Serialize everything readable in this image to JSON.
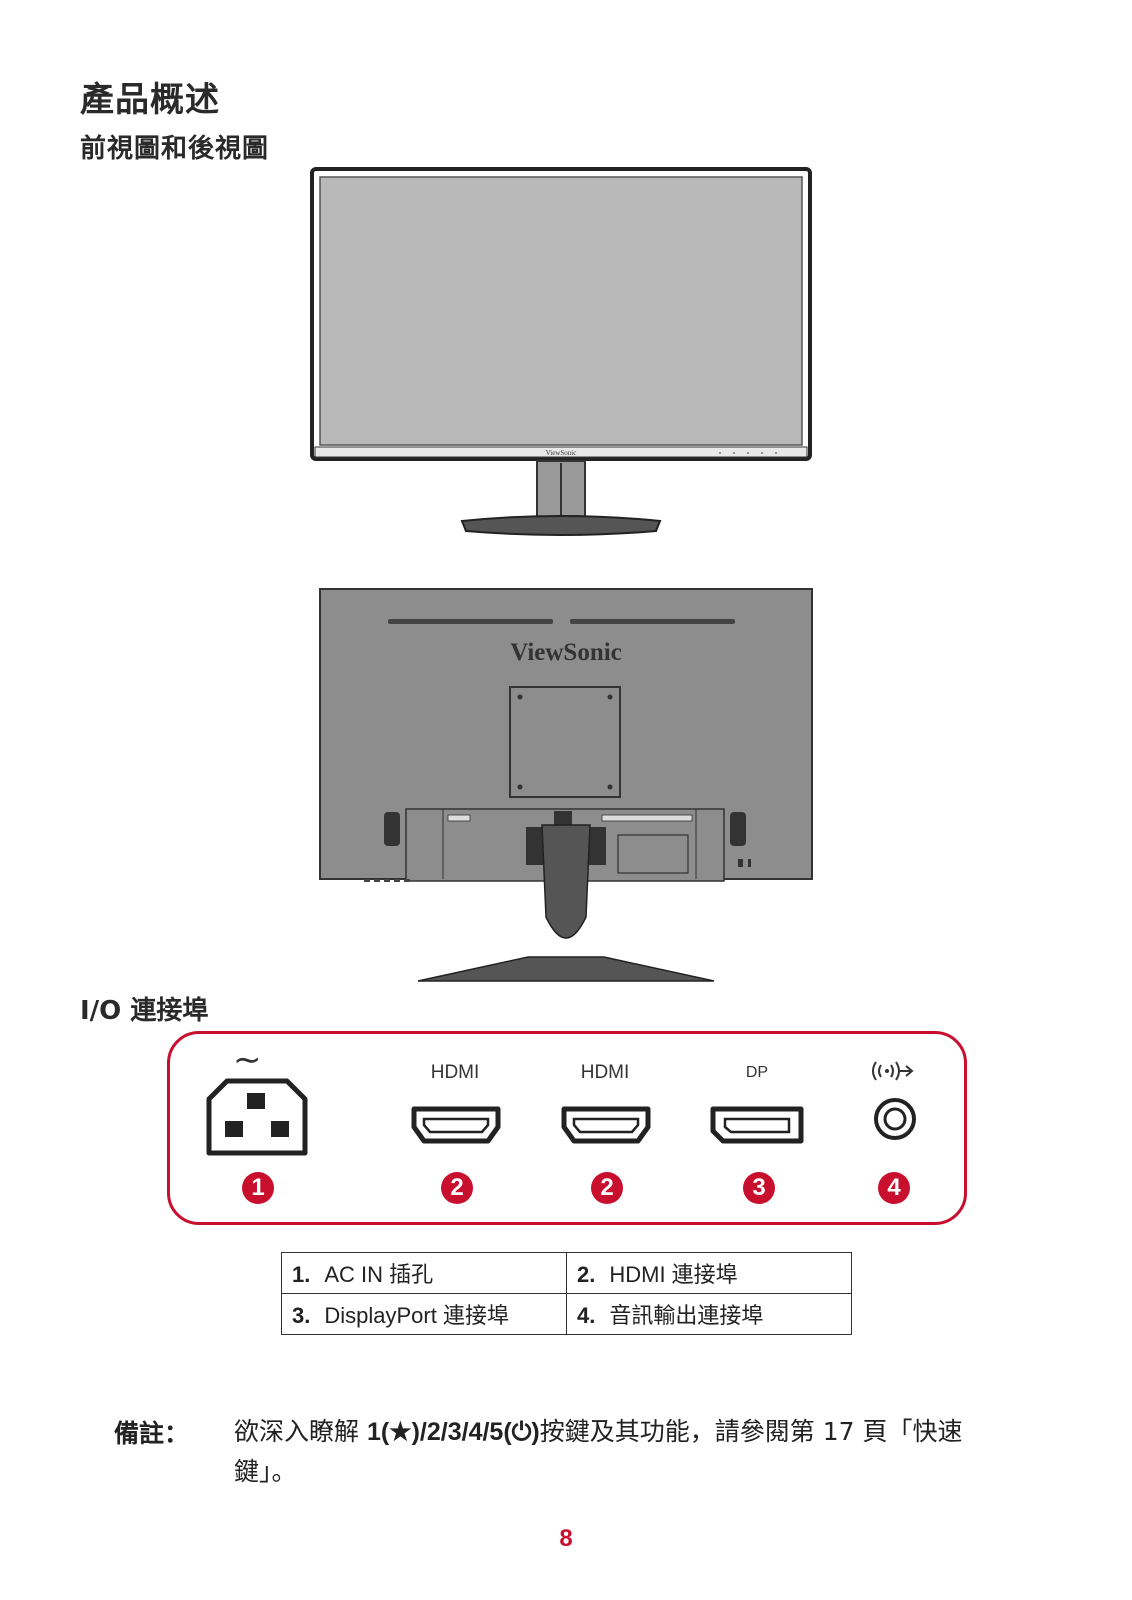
{
  "title": "產品概述",
  "subtitle_views": "前視圖和後視圖",
  "subtitle_io": "I/O 連接埠",
  "front_brand": "ViewSonic",
  "back_brand": "ViewSonic",
  "io_ports": [
    {
      "label": "",
      "badge": "1",
      "icon": "ac-in-icon"
    },
    {
      "label": "HDMI",
      "badge": "2",
      "icon": "hdmi-port-icon"
    },
    {
      "label": "HDMI",
      "badge": "2",
      "icon": "hdmi-port-icon"
    },
    {
      "label": "DP",
      "badge": "3",
      "icon": "displayport-icon"
    },
    {
      "label": "",
      "badge": "4",
      "icon": "audio-out-icon"
    }
  ],
  "ac_symbol": "∼",
  "legend": [
    [
      {
        "num": "1.",
        "text": "AC IN 插孔"
      },
      {
        "num": "2.",
        "text": "HDMI 連接埠"
      }
    ],
    [
      {
        "num": "3.",
        "text": "DisplayPort 連接埠"
      },
      {
        "num": "4.",
        "text": "音訊輸出連接埠"
      }
    ]
  ],
  "note": {
    "label": "備註：",
    "pre": "欲深入瞭解 ",
    "keys": "1(★)/2/3/4/5(⏻)",
    "post": "按鍵及其功能，請參閱第 17 頁「快速鍵」。"
  },
  "page_number": "8",
  "colors": {
    "accent": "#c8102e",
    "screen": "#b9b9b9",
    "body": "#8d8d8d"
  }
}
